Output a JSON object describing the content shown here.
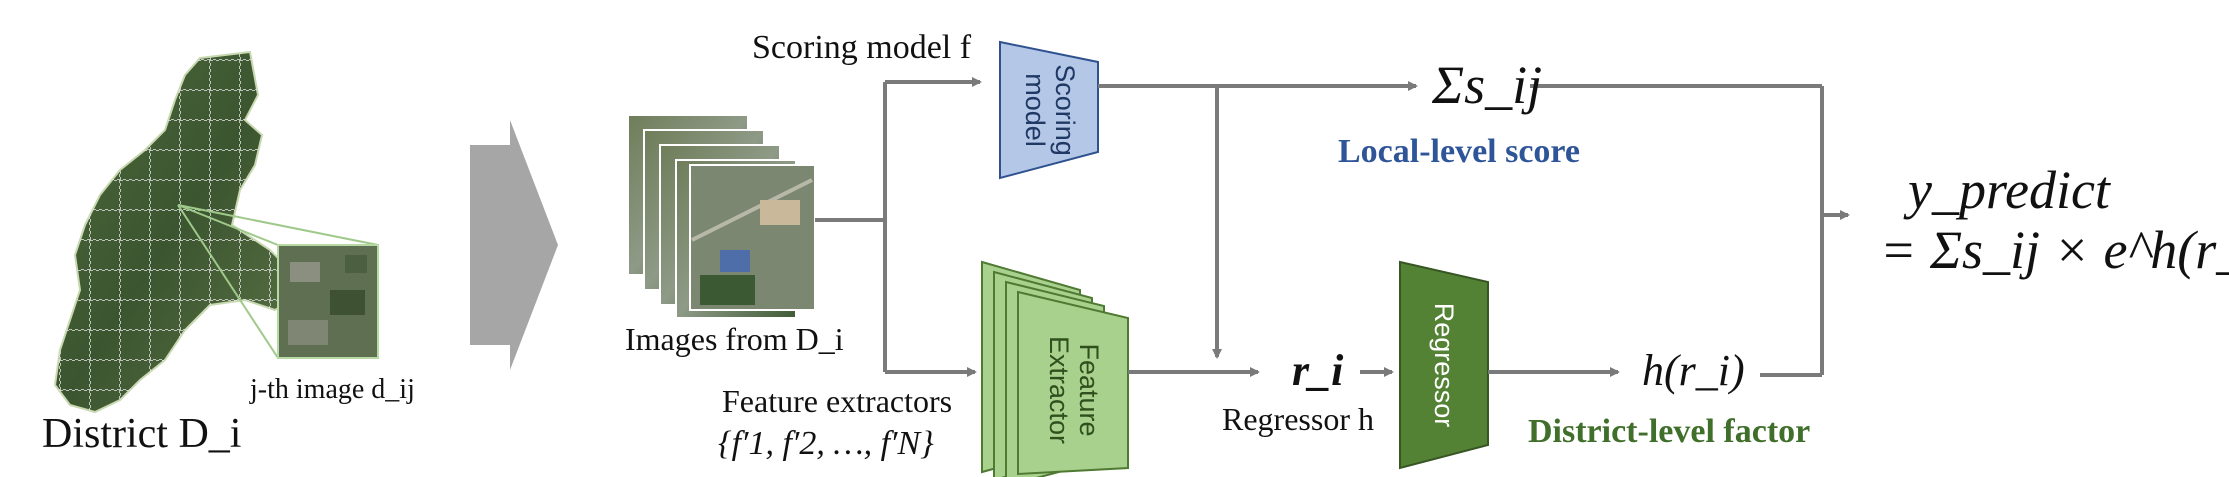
{
  "district": {
    "label": "District D_i",
    "thumb_label": "j-th image d_ij"
  },
  "images": {
    "label": "Images from D_i"
  },
  "scoring": {
    "caption": "Scoring model f",
    "box_line1": "Scoring",
    "box_line2": "model"
  },
  "features": {
    "caption": "Feature extractors",
    "set": "{f′1, f′2, …, f′N}",
    "box_line1": "Feature",
    "box_line2": "Extractor"
  },
  "sum_label": "Σs_ij",
  "local_title": "Local-level score",
  "r_label": "r_i",
  "regressor": {
    "caption": "Regressor h",
    "box": "Regressor"
  },
  "h_label": "h(r_i)",
  "district_title": "District-level factor",
  "prediction": {
    "line1": "y_predict",
    "line2": "= Σs_ij × e^h(r_i)"
  },
  "colors": {
    "arrow_gray": "#7a7a7a",
    "scoring_fill": "#b4c7e7",
    "feature_fill": "#a9d18e",
    "regressor_fill": "#548235",
    "local_title": "#2e5597",
    "district_title": "#3f6f2a"
  },
  "icons": [
    "district-map-icon",
    "satellite-image-stack-icon",
    "big-arrow-icon"
  ]
}
